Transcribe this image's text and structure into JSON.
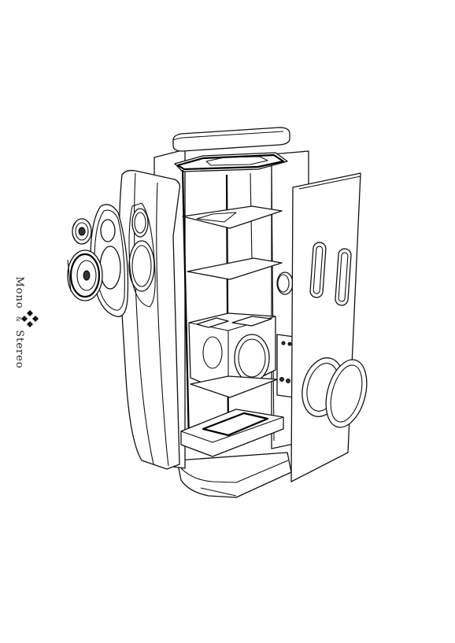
{
  "brand": {
    "word1": "Mono",
    "separator": "&",
    "word2": "Stereo",
    "logo_icon": "diamond-cross-icon"
  },
  "diagram": {
    "subject": "exploded-loudspeaker-cabinet",
    "line_color": "#111111",
    "background": "#ffffff"
  }
}
